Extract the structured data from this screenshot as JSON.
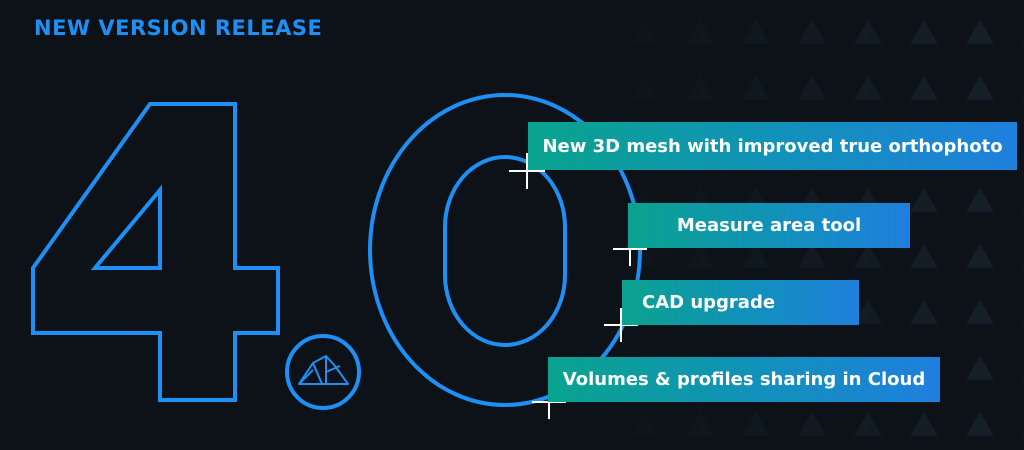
{
  "title": "NEW VERSION RELEASE",
  "version": {
    "major": "4",
    "minor": "0"
  },
  "features": [
    {
      "label": "New 3D mesh with improved true orthophoto"
    },
    {
      "label": "Measure area tool"
    },
    {
      "label": "CAD upgrade"
    },
    {
      "label": "Volumes & profiles sharing in Cloud"
    }
  ],
  "colors": {
    "background": "#0c1217",
    "accent": "#1e8ff5",
    "gradient_start": "#0aa38e",
    "gradient_end": "#1f7fdd"
  }
}
